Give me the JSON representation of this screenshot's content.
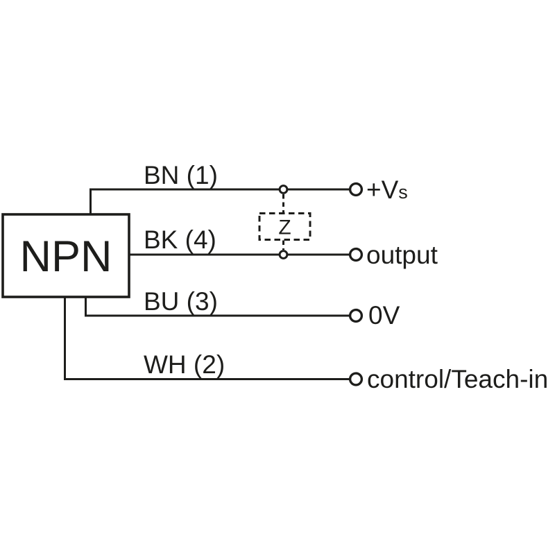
{
  "colors": {
    "ink": "#1d1d1b",
    "background": "#ffffff"
  },
  "diagram": {
    "device_label": "NPN",
    "impedance_label": "Z",
    "wires": [
      {
        "label": "BN (1)",
        "terminal_label": "+V",
        "terminal_label_small": "s"
      },
      {
        "label": "BK (4)",
        "terminal_label": "output"
      },
      {
        "label": "BU (3)",
        "terminal_label": "0V"
      },
      {
        "label": "WH (2)",
        "terminal_label": "control/Teach-in"
      }
    ]
  }
}
